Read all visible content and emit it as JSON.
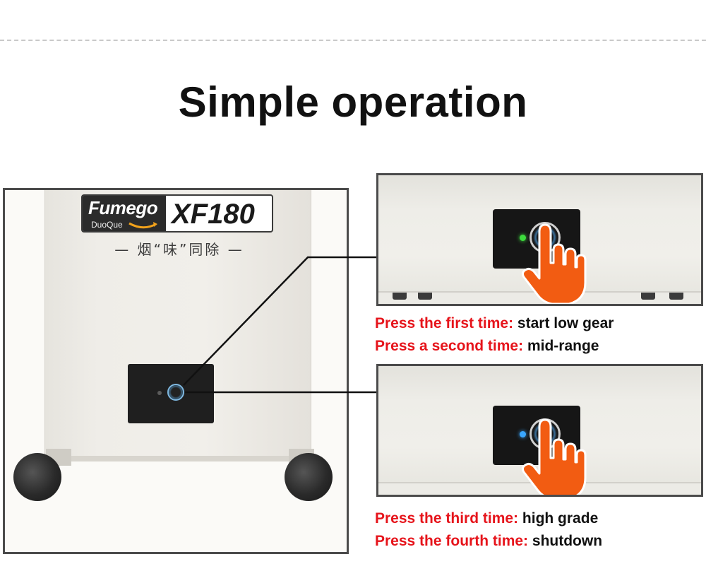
{
  "page": {
    "title": "Simple operation"
  },
  "product": {
    "brand": "Fumego",
    "brand_sub": "DuoQue",
    "model": "XF180",
    "slogan": "— 烟“味”同除 —"
  },
  "instructions": {
    "first": {
      "label": "Press the first time:",
      "value": "start low gear"
    },
    "second": {
      "label": "Press a second time:",
      "value": "mid-range"
    },
    "third": {
      "label": "Press the third time:",
      "value": "high grade"
    },
    "fourth": {
      "label": "Press the fourth time:",
      "value": "shutdown"
    }
  },
  "colors": {
    "instruction_label": "#e6141b",
    "instruction_value": "#111111",
    "hand": "#f25c12",
    "led_low_mid": "#3ddc3d",
    "led_high_off": "#3aa7ff"
  },
  "icons": {
    "pointer": "tapping-hand-icon",
    "power": "power-button-icon"
  }
}
